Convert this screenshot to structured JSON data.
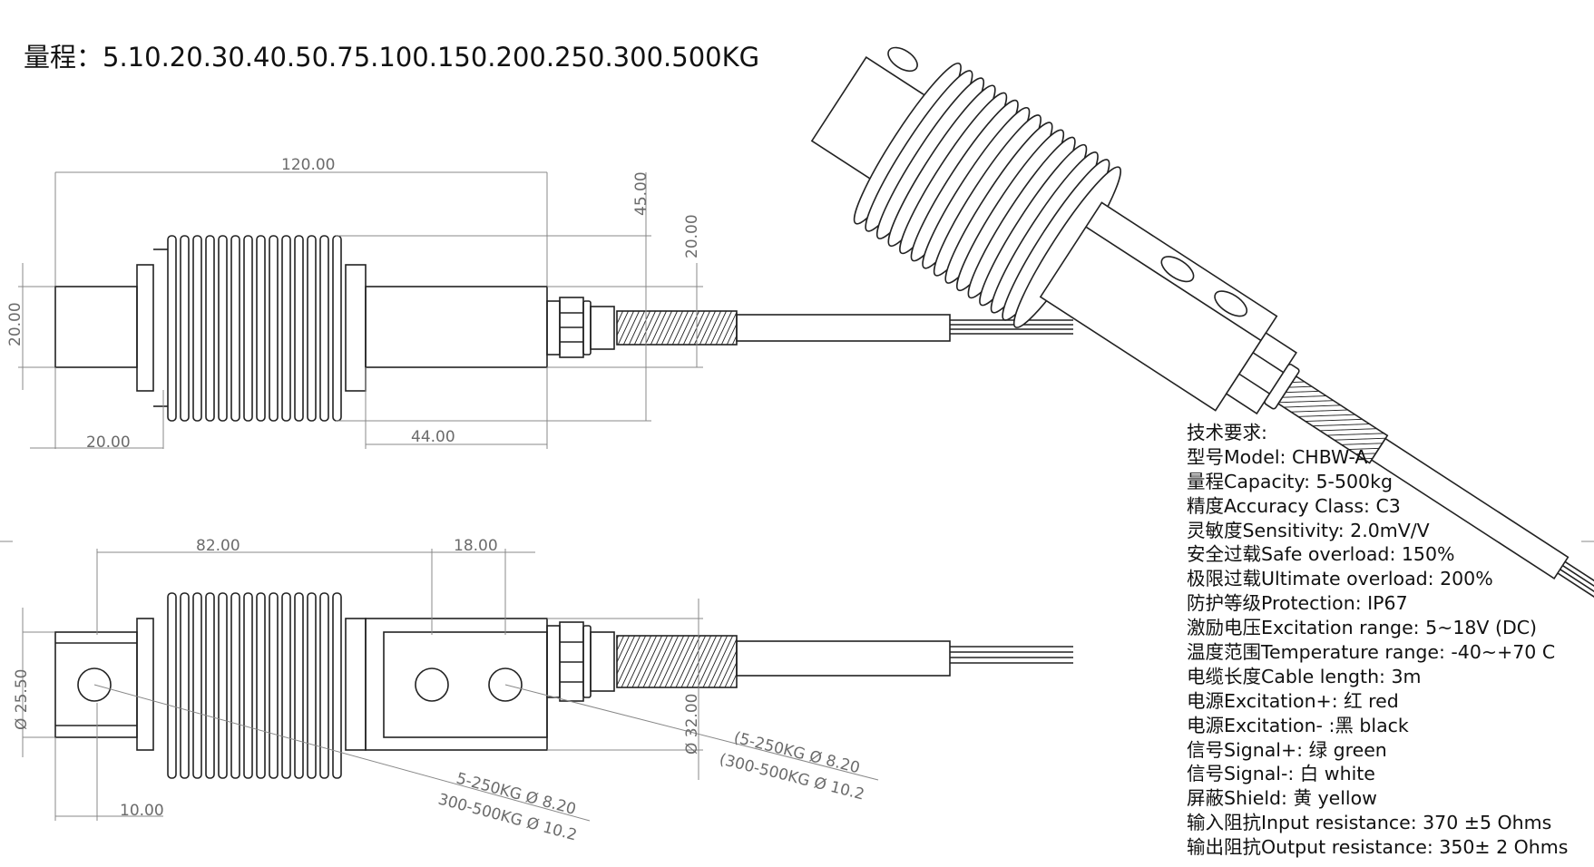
{
  "title": "量程：5.10.20.30.40.50.75.100.150.200.250.300.500KG",
  "top_view": {
    "dim_overall": "120.00",
    "dim_height": "45.00",
    "dim_neck": "20.00",
    "dim_left_height": "20.00",
    "dim_left_width": "20.00",
    "dim_right_len": "44.00"
  },
  "bottom_view": {
    "dim_82": "82.00",
    "dim_18": "18.00",
    "dim_dia_left": "Ø 25.50",
    "dim_dia_right": "Ø 32.00",
    "dim_10": "10.00",
    "hole_note_right_1": "(5-250KG Ø 8.20",
    "hole_note_right_2": "(300-500KG Ø 10.2",
    "hole_note_left_1": "5-250KG Ø 8.20",
    "hole_note_left_2": "300-500KG Ø 10.2"
  },
  "specs": [
    "技术要求:",
    "型号Model: CHBW-A",
    "量程Capacity: 5-500kg",
    "精度Accuracy Class: C3",
    "灵敏度Sensitivity: 2.0mV/V",
    "安全过载Safe overload: 150%",
    "极限过载Ultimate overload: 200%",
    "防护等级Protection: IP67",
    "激励电压Excitation range: 5~18V (DC)",
    "温度范围Temperature range: -40~+70 C",
    "电缆长度Cable length: 3m",
    "电源Excitation+: 红 red",
    "电源Excitation- :黑 black",
    "信号Signal+: 绿 green",
    "信号Signal-: 白 white",
    "屏蔽Shield: 黄 yellow",
    "输入阻抗Input resistance: 370 ±5 Ohms",
    "输出阻抗Output resistance: 350± 2 Ohms"
  ]
}
